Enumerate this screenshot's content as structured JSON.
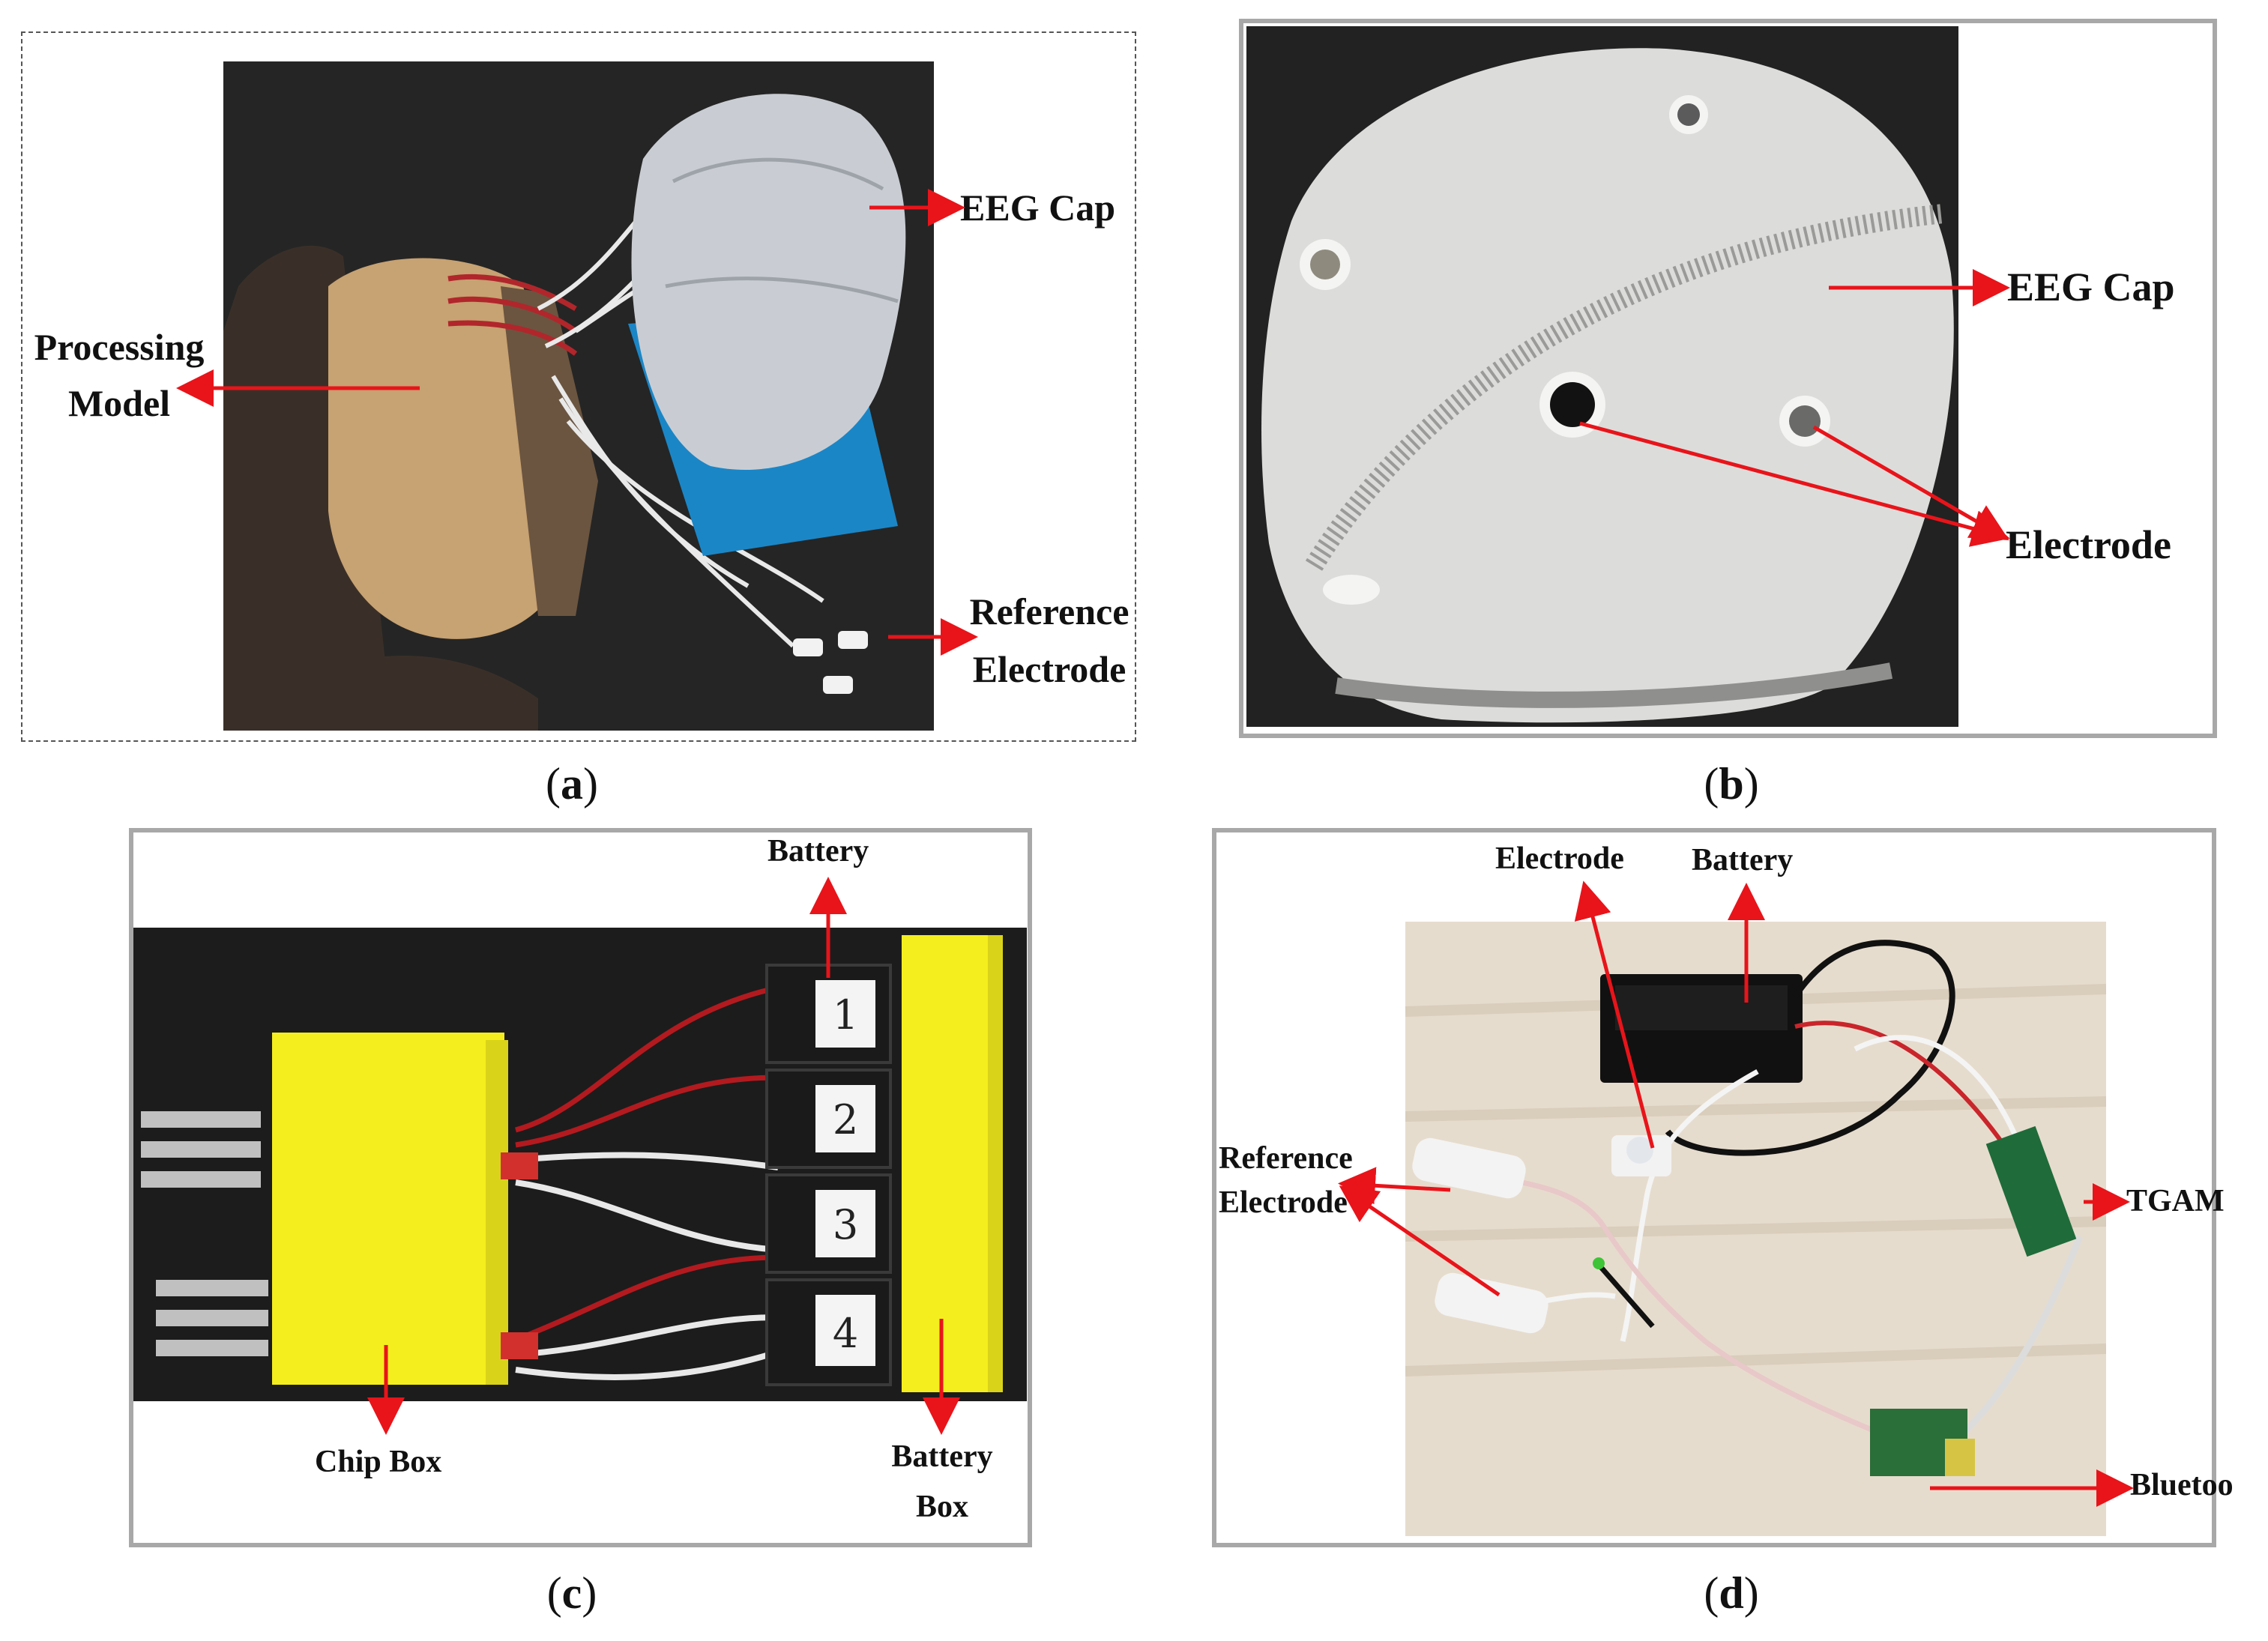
{
  "panels": {
    "a": {
      "caption_open": "(",
      "caption_letter": "a",
      "caption_close": ")",
      "labels": {
        "eeg_cap": "EEG Cap",
        "processing_line1": "Processing",
        "processing_line2": "Model",
        "reference_line1": "Reference",
        "reference_line2": "Electrode"
      }
    },
    "b": {
      "caption_open": "(",
      "caption_letter": "b",
      "caption_close": ")",
      "labels": {
        "eeg_cap": "EEG Cap",
        "electrode": "Electrode"
      }
    },
    "c": {
      "caption_open": "(",
      "caption_letter": "c",
      "caption_close": ")",
      "labels": {
        "battery": "Battery",
        "chip_box": "Chip Box",
        "battery_box_line1": "Battery",
        "battery_box_line2": "Box",
        "battery_numbers": [
          "1",
          "2",
          "3",
          "4"
        ]
      }
    },
    "d": {
      "caption_open": "(",
      "caption_letter": "d",
      "caption_close": ")",
      "labels": {
        "electrode": "Electrode",
        "battery": "Battery",
        "reference_line1": "Reference",
        "reference_line2": "Electrode",
        "tgam": "TGAM",
        "bluetooth": "Bluetoo"
      }
    }
  },
  "colors": {
    "arrow": "#e8141a",
    "frame": "#a8a8a8",
    "box_yellow": "#f4ee1e"
  }
}
